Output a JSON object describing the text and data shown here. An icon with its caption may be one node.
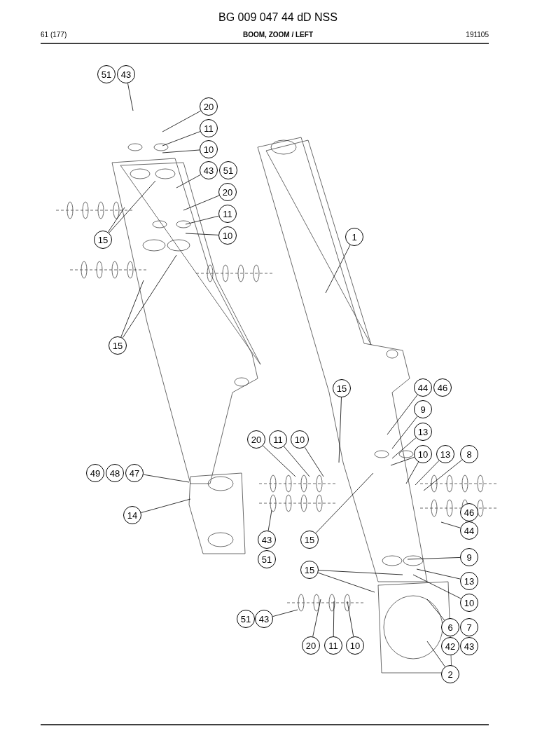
{
  "diagram": {
    "title": "BG 009 047 44 dD NSS",
    "labels": [
      "61 (177)",
      "BOOM, ZOOM / LEFT",
      "191105"
    ],
    "nodes": [
      {
        "text": [
          "51"
        ]
      },
      {
        "text": [
          "43"
        ]
      },
      {
        "text": [
          "20"
        ]
      },
      {
        "text": [
          "11"
        ]
      },
      {
        "text": [
          "10"
        ]
      },
      {
        "text": [
          "43"
        ]
      },
      {
        "text": [
          "51"
        ]
      },
      {
        "text": [
          "20"
        ]
      },
      {
        "text": [
          "11"
        ]
      },
      {
        "text": [
          "10"
        ]
      },
      {
        "text": [
          "15"
        ]
      },
      {
        "text": [
          "1"
        ]
      },
      {
        "text": [
          "15"
        ]
      },
      {
        "text": [
          "15"
        ]
      },
      {
        "text": [
          "44"
        ]
      },
      {
        "text": [
          "46"
        ]
      },
      {
        "text": [
          "9"
        ]
      },
      {
        "text": [
          "13"
        ]
      },
      {
        "text": [
          "20"
        ]
      },
      {
        "text": [
          "11"
        ]
      },
      {
        "text": [
          "10"
        ]
      },
      {
        "text": [
          "10"
        ]
      },
      {
        "text": [
          "13"
        ]
      },
      {
        "text": [
          "8"
        ]
      },
      {
        "text": [
          "49"
        ]
      },
      {
        "text": [
          "48"
        ]
      },
      {
        "text": [
          "47"
        ]
      },
      {
        "text": [
          "14"
        ]
      },
      {
        "text": [
          "46"
        ]
      },
      {
        "text": [
          "44"
        ]
      },
      {
        "text": [
          "43"
        ]
      },
      {
        "text": [
          "51"
        ]
      },
      {
        "text": [
          "15"
        ]
      },
      {
        "text": [
          "9"
        ]
      },
      {
        "text": [
          "15"
        ]
      },
      {
        "text": [
          "13"
        ]
      },
      {
        "text": [
          "10"
        ]
      },
      {
        "text": [
          "51"
        ]
      },
      {
        "text": [
          "43"
        ]
      },
      {
        "text": [
          "6"
        ]
      },
      {
        "text": [
          "7"
        ]
      },
      {
        "text": [
          "42"
        ]
      },
      {
        "text": [
          "43"
        ]
      },
      {
        "text": [
          "20"
        ]
      },
      {
        "text": [
          "11"
        ]
      },
      {
        "text": [
          "10"
        ]
      },
      {
        "text": [
          "2"
        ]
      }
    ],
    "edges": [
      {
        "from": 1,
        "to": null,
        "arrow": "none"
      },
      {
        "from": 2,
        "to": null,
        "arrow": "none"
      },
      {
        "from": 3,
        "to": null,
        "arrow": "none"
      },
      {
        "from": 4,
        "to": null,
        "arrow": "none"
      },
      {
        "from": 5,
        "to": null,
        "arrow": "none"
      },
      {
        "from": 7,
        "to": null,
        "arrow": "none"
      },
      {
        "from": 8,
        "to": null,
        "arrow": "none"
      },
      {
        "from": 9,
        "to": null,
        "arrow": "none"
      },
      {
        "from": 10,
        "to": null,
        "arrow": "none"
      },
      {
        "from": 10,
        "to": null,
        "arrow": "none"
      },
      {
        "from": 11,
        "to": null,
        "arrow": "none"
      },
      {
        "from": 12,
        "to": null,
        "arrow": "none"
      },
      {
        "from": 12,
        "to": null,
        "arrow": "none"
      },
      {
        "from": 13,
        "to": null,
        "arrow": "none"
      },
      {
        "from": 14,
        "to": null,
        "arrow": "none"
      },
      {
        "from": 16,
        "to": null,
        "arrow": "none"
      },
      {
        "from": 17,
        "to": null,
        "arrow": "none"
      },
      {
        "from": 18,
        "to": null,
        "arrow": "none"
      },
      {
        "from": 19,
        "to": null,
        "arrow": "none"
      },
      {
        "from": 20,
        "to": null,
        "arrow": "none"
      },
      {
        "from": 21,
        "to": null,
        "arrow": "none"
      },
      {
        "from": 21,
        "to": null,
        "arrow": "none"
      },
      {
        "from": 22,
        "to": null,
        "arrow": "none"
      },
      {
        "from": 23,
        "to": null,
        "arrow": "none"
      },
      {
        "from": 26,
        "to": null,
        "arrow": "none"
      },
      {
        "from": 27,
        "to": null,
        "arrow": "none"
      },
      {
        "from": 29,
        "to": null,
        "arrow": "none"
      },
      {
        "from": 30,
        "to": null,
        "arrow": "none"
      },
      {
        "from": 32,
        "to": null,
        "arrow": "none"
      },
      {
        "from": 33,
        "to": null,
        "arrow": "none"
      },
      {
        "from": 34,
        "to": null,
        "arrow": "none"
      },
      {
        "from": 34,
        "to": null,
        "arrow": "none"
      },
      {
        "from": 35,
        "to": null,
        "arrow": "none"
      },
      {
        "from": 36,
        "to": null,
        "arrow": "none"
      },
      {
        "from": 38,
        "to": null,
        "arrow": "none"
      },
      {
        "from": 39,
        "to": null,
        "arrow": "none"
      },
      {
        "from": 43,
        "to": null,
        "arrow": "none"
      },
      {
        "from": 44,
        "to": null,
        "arrow": "none"
      },
      {
        "from": 45,
        "to": null,
        "arrow": "none"
      },
      {
        "from": 46,
        "to": null,
        "arrow": "none"
      }
    ]
  }
}
